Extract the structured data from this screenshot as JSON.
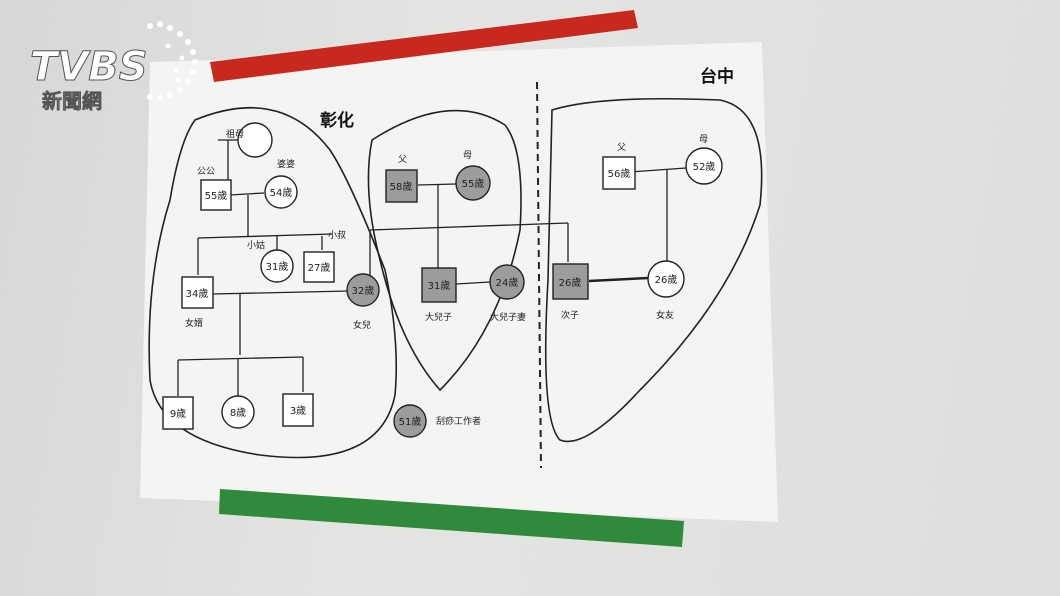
{
  "logo": {
    "brand": "TVBS",
    "sub": "新聞網"
  },
  "regions": {
    "left": "彰化",
    "right": "台中"
  },
  "labels": {
    "great_grandmother": "祖母",
    "father_in_law": "公公",
    "mother_in_law": "婆婆",
    "aunt": "小姑",
    "uncle": "小叔",
    "son_in_law": "女婿",
    "daughter": "女兒",
    "father": "父",
    "mother": "母",
    "eldest_son": "大兒子",
    "eldest_daughter_in_law": "大兒子妻",
    "second_son": "次子",
    "girlfriend": "女友",
    "father2": "父",
    "mother2": "母",
    "worker": "刮痧工作者"
  },
  "nodes": {
    "n55": "55歲",
    "n54": "54歲",
    "n31a": "31歲",
    "n27": "27歲",
    "n34": "34歲",
    "n32": "32歲",
    "n9": "9歲",
    "n8": "8歲",
    "n3": "3歲",
    "n58": "58歲",
    "n55b": "55歲",
    "n31b": "31歲",
    "n24": "24歲",
    "n56": "56歲",
    "n52": "52歲",
    "n26a": "26歲",
    "n26b": "26歲",
    "n51": "51歲"
  },
  "colors": {
    "shaded": "#9c9c9c",
    "red_bar": "#cc2a22",
    "green_bar": "#2e8b3a"
  }
}
